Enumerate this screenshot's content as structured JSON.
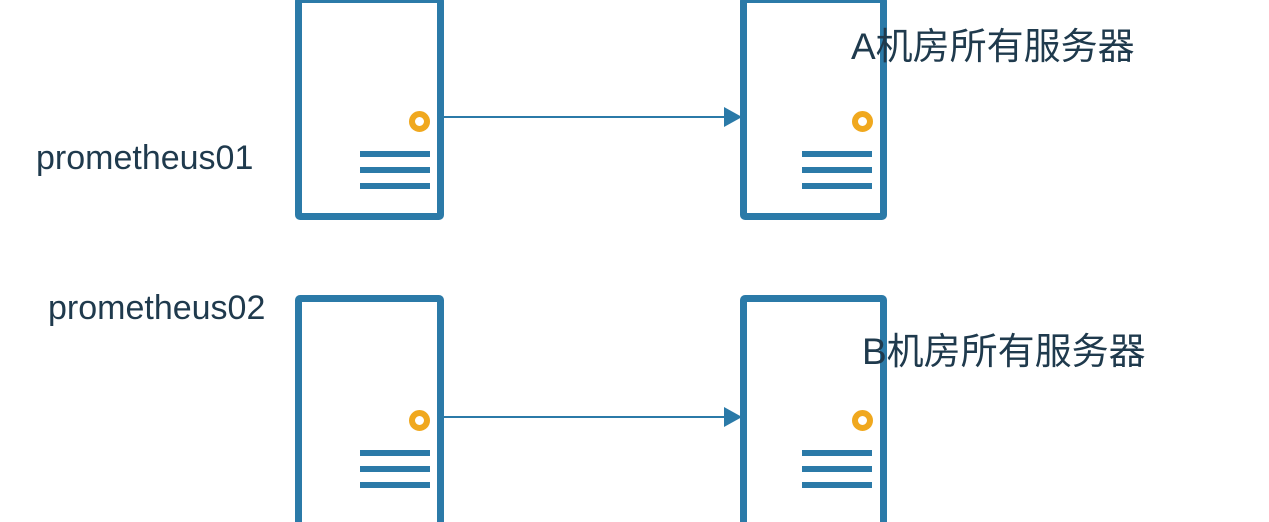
{
  "diagram": {
    "title": "Prometheus multi-datacenter scrape topology",
    "colors": {
      "node_border": "#2b7aa8",
      "node_fill": "#ffffff",
      "accent_ring": "#f0a81e",
      "bar": "#2b7aa8",
      "text": "#1f3a4d",
      "arrow": "#2b7aa8",
      "background": "#ffffff"
    },
    "rows": [
      {
        "id": "row-a",
        "source": {
          "id": "prometheus01",
          "label": "prometheus01",
          "icon": "server-icon"
        },
        "target": {
          "id": "datacenter-a",
          "label": "A机房所有服务器",
          "icon": "server-icon"
        },
        "connector": {
          "id": "arrow-prometheus01-to-datacenter-a",
          "style": "single-headed-arrow",
          "direction": "left-to-right"
        }
      },
      {
        "id": "row-b",
        "source": {
          "id": "prometheus02",
          "label": "prometheus02",
          "icon": "server-icon"
        },
        "target": {
          "id": "datacenter-b",
          "label": "B机房所有服务器",
          "icon": "server-icon"
        },
        "connector": {
          "id": "arrow-prometheus02-to-datacenter-b",
          "style": "single-headed-arrow",
          "direction": "left-to-right"
        }
      }
    ]
  }
}
